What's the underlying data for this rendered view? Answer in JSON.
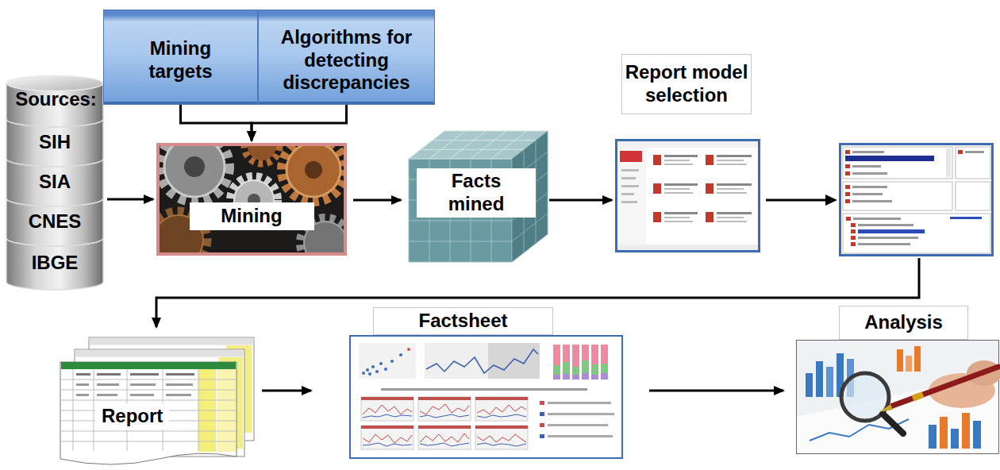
{
  "diagram": {
    "nodes": [
      {
        "text": [
          "Sources:"
        ]
      },
      {
        "text": [
          "SIH"
        ],
        "in": 0
      },
      {
        "text": [
          "SIA"
        ],
        "in": 0
      },
      {
        "text": [
          "CNES"
        ],
        "in": 0
      },
      {
        "text": [
          "IBGE"
        ],
        "in": 0
      },
      {
        "text": [
          "Mining targets"
        ]
      },
      {
        "text": [
          "Algorithms for detecting discrepancies"
        ]
      },
      {
        "text": [
          "Mining"
        ]
      },
      {
        "text": [
          "Facts mined"
        ]
      },
      {
        "text": [
          "Report model selection"
        ]
      },
      {
        "text": [
          "Report"
        ]
      },
      {
        "text": [
          "Factsheet"
        ]
      },
      {
        "text": [
          "Analysis"
        ]
      }
    ],
    "edges": [
      {
        "from": 0,
        "to": 7,
        "arrow": "to"
      },
      {
        "from": 5,
        "to": 7,
        "arrow": "to"
      },
      {
        "from": 6,
        "to": 7,
        "arrow": "to"
      },
      {
        "from": 7,
        "to": 8,
        "arrow": "to"
      },
      {
        "from": 8,
        "to": 9,
        "arrow": "to"
      },
      {
        "from": 9,
        "to": 10,
        "arrow": "to"
      },
      {
        "from": 10,
        "to": 11,
        "arrow": "to"
      },
      {
        "from": 11,
        "to": 12,
        "arrow": "to"
      }
    ]
  }
}
